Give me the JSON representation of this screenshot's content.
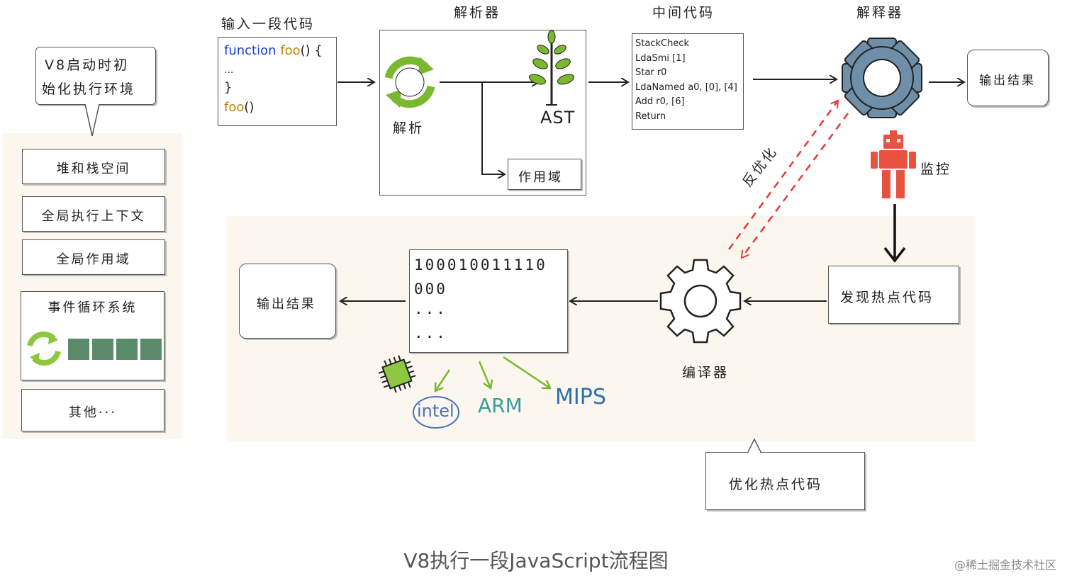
{
  "left_panel": {
    "bubble": [
      "V8启动时初",
      "始化执行环境"
    ],
    "items": [
      "堆和栈空间",
      "全局执行上下文",
      "全局作用域"
    ],
    "event_loop_label": "事件循环系统",
    "others_label": "其他···"
  },
  "input_code": {
    "title": "输入一段代码",
    "lines": {
      "keyword": "function",
      "fn_decl": "foo() {",
      "ellipsis": "...",
      "close": "}",
      "call": "foo()"
    }
  },
  "parser": {
    "title": "解析器",
    "parse_label": "解析",
    "ast_label": "AST",
    "scope_label": "作用域"
  },
  "bytecode": {
    "title": "中间代码",
    "lines": [
      "StackCheck",
      "LdaSmi [1]",
      "Star r0",
      "LdaNamed a0, [0], [4]",
      "Add r0, [6]",
      "Return"
    ]
  },
  "interpreter": {
    "title": "解释器"
  },
  "output_top": "输出结果",
  "monitor_label": "监控",
  "deopt_label": "反优化",
  "hot_code_label": "发现热点代码",
  "compiler_label": "编译器",
  "machine_code": {
    "lines": [
      "100010011110",
      "000",
      "···",
      "···"
    ]
  },
  "output_bottom": "输出结果",
  "cpu_targets": {
    "intel": "intel",
    "arm": "ARM",
    "mips": "MIPS"
  },
  "optimize_callout": "优化热点代码",
  "caption": "V8执行一段JavaScript流程图",
  "watermark": "@稀土掘金技术社区",
  "colors": {
    "green": "#7cb82f",
    "steel": "#6f8ea8",
    "robot": "#e8533f",
    "deopt_red": "#e53935",
    "queue_block": "#5a8a6a",
    "cpu_green": "#8dc63f",
    "intel_blue": "#4a73b8",
    "arm_teal": "#3a9a9e",
    "mips_blue": "#2e6fae"
  }
}
